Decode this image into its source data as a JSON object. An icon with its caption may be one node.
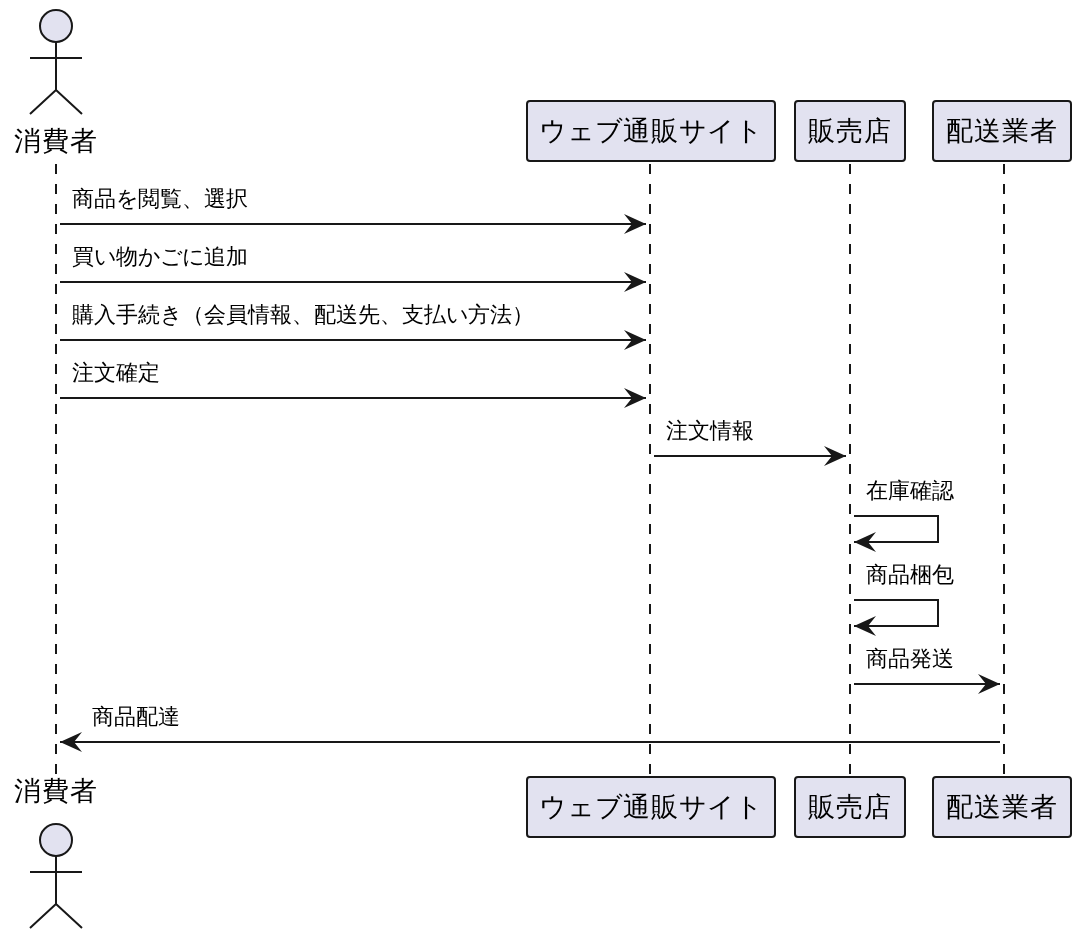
{
  "diagram": {
    "nodes": [
      {
        "text": [
          "消費者"
        ]
      },
      {
        "text": [
          "ウェブ通販サイト"
        ]
      },
      {
        "text": [
          "販売店"
        ]
      },
      {
        "text": [
          "配送業者"
        ]
      },
      {
        "text": [
          "消費者"
        ]
      },
      {
        "text": [
          "ウェブ通販サイト"
        ]
      },
      {
        "text": [
          "販売店"
        ]
      },
      {
        "text": [
          "配送業者"
        ]
      },
      {
        "text": [],
        "shape": "line"
      },
      {
        "text": [],
        "shape": "line"
      },
      {
        "text": [],
        "shape": "line"
      },
      {
        "text": [],
        "shape": "line"
      }
    ],
    "edges": [
      {
        "from": 8,
        "to": 9,
        "arrow": "to",
        "label": "商品を閲覧、選択"
      },
      {
        "from": 8,
        "to": 9,
        "arrow": "to",
        "label": "買い物かごに追加"
      },
      {
        "from": 8,
        "to": 9,
        "arrow": "to",
        "label": "購入手続き（会員情報、配送先、支払い方法）"
      },
      {
        "from": 8,
        "to": 9,
        "arrow": "to",
        "label": "注文確定"
      },
      {
        "from": 9,
        "to": 10,
        "arrow": "to",
        "label": "注文情報"
      },
      {
        "from": 10,
        "to": 10,
        "arrow": "to",
        "label": "在庫確認"
      },
      {
        "from": 10,
        "to": 10,
        "arrow": "to",
        "label": "商品梱包"
      },
      {
        "from": 10,
        "to": 11,
        "arrow": "to",
        "label": "商品発送"
      },
      {
        "from": 11,
        "to": 8,
        "arrow": "to",
        "label": "商品配達"
      }
    ]
  }
}
